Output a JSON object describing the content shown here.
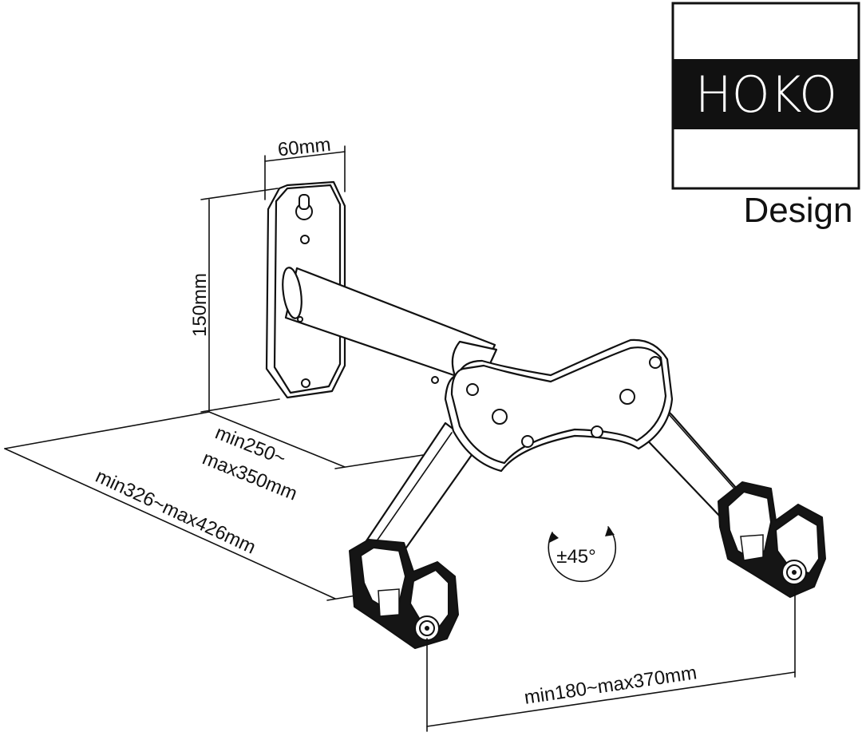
{
  "logo": {
    "brand": "HOKO",
    "tagline": "Design"
  },
  "dimensions": {
    "plate_width": "60mm",
    "plate_height": "150mm",
    "arm_depth_line1": "min250~",
    "arm_depth_line2": "max350mm",
    "total_depth": "min326~max426mm",
    "hook_spacing": "min180~max370mm",
    "rotation": "±45°"
  },
  "colors": {
    "ink": "#111111",
    "background": "#ffffff"
  }
}
